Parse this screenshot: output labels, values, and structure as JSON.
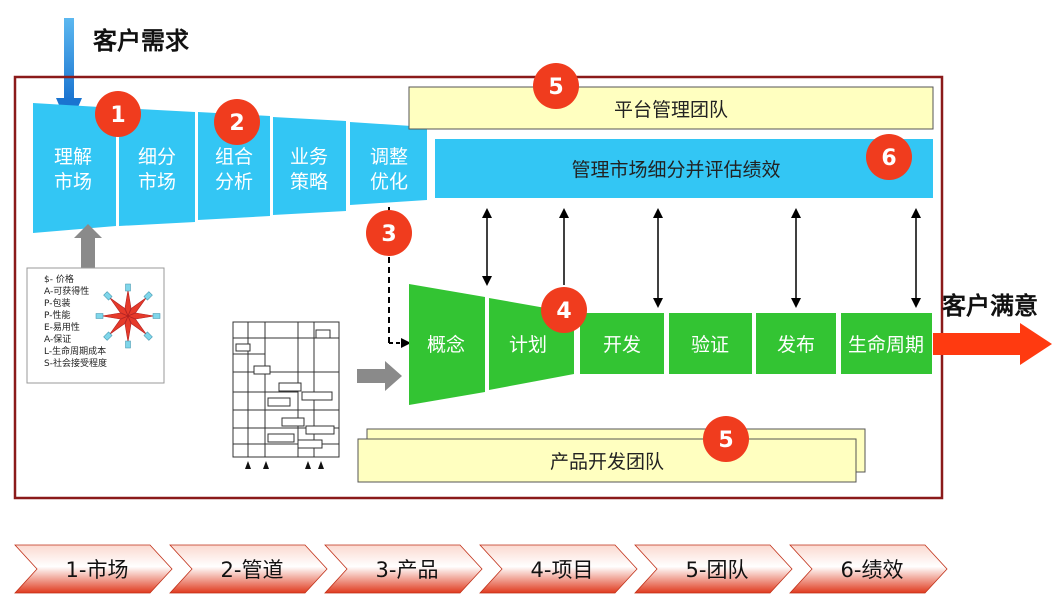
{
  "title": "客户需求",
  "output_label": "客户满意",
  "market_stages": [
    {
      "line1": "理解",
      "line2": "市场"
    },
    {
      "line1": "细分",
      "line2": "市场"
    },
    {
      "line1": "组合",
      "line2": "分析"
    },
    {
      "line1": "业务",
      "line2": "策略"
    },
    {
      "line1": "调整",
      "line2": "优化"
    }
  ],
  "platform_team": "平台管理团队",
  "manage_bar": "管理市场细分并评估绩效",
  "product_stages": [
    "概念",
    "计划",
    "开发",
    "验证",
    "发布",
    "生命周期"
  ],
  "product_team": "产品开发团队",
  "badges": {
    "market": "1",
    "portfolio": "2",
    "transfer": "3",
    "plan": "4",
    "platform": "5",
    "manage": "6",
    "product_team": "5"
  },
  "apappeals_legend": [
    "$- 价格",
    "A-可获得性",
    "P-包装",
    "P-性能",
    "E-易用性",
    "A-保证",
    "L-生命周期成本",
    "S-社会接受程度"
  ],
  "chevrons": [
    "1-市场",
    "2-管道",
    "3-产品",
    "4-项目",
    "5-团队",
    "6-绩效"
  ],
  "colors": {
    "cyan": "#33c6f4",
    "green": "#33c433",
    "red_badge": "#f03c1e",
    "frame": "#8b1a1a",
    "yellow": "#ffffc0",
    "arrow_orange": "#ff3a10",
    "arrow_blue": "#1a8ee0",
    "gray": "#8a8a8a"
  }
}
